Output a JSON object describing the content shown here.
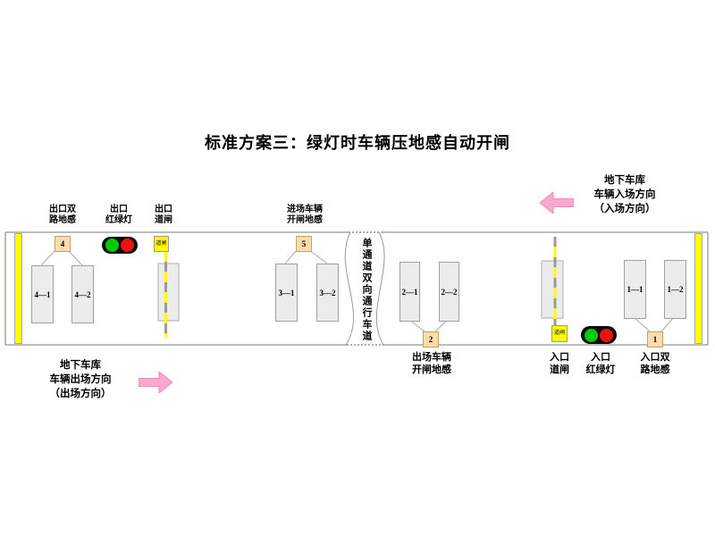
{
  "title": "标准方案三：绿灯时车辆压地感自动开闸",
  "lane_text": "单通道双向通行车道",
  "gate_box_text": "道闸",
  "colors": {
    "pink": "#F9A9CB",
    "pink-edge": "#EE8BB8",
    "yellow": "#FFFF00",
    "tan": "#FBDCAE",
    "green": "#00CC00",
    "red": "#EE1111"
  },
  "entry_direction": [
    "地下车库",
    "车辆入场方向",
    "（入场方向）"
  ],
  "exit_direction": [
    "地下车库",
    "车辆出场方向",
    "（出场方向）"
  ],
  "labels": {
    "exit_dual_sensor": [
      "出口双",
      "路地感"
    ],
    "exit_light": [
      "出口",
      "红绿灯"
    ],
    "exit_gate": [
      "出口",
      "道闸"
    ],
    "entry_open_sensor": [
      "进场车辆",
      "开闸地感"
    ],
    "exit_open_sensor": [
      "出场车辆",
      "开闸地感"
    ],
    "entry_gate": [
      "入口",
      "道闸"
    ],
    "entry_light": [
      "入口",
      "红绿灯"
    ],
    "entry_dual_sensor": [
      "入口双",
      "路地感"
    ]
  },
  "loops": {
    "l4": {
      "id": "4",
      "a": "4—1",
      "b": "4—2"
    },
    "l5": {
      "id": "5",
      "a": "3—1",
      "b": "3—2"
    },
    "l2": {
      "id": "2",
      "a": "2—1",
      "b": "2—2"
    },
    "l1": {
      "id": "1",
      "a": "1—1",
      "b": "1—2"
    }
  }
}
